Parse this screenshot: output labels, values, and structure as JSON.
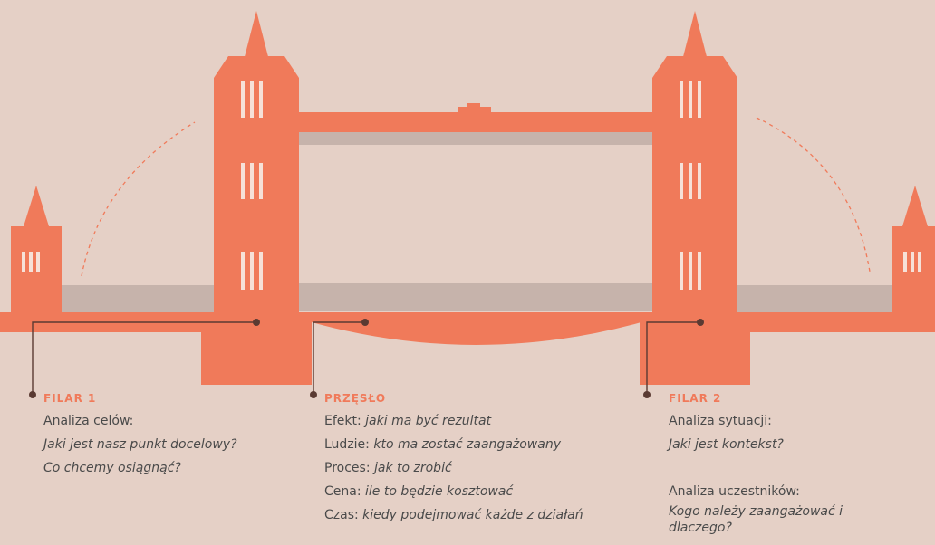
{
  "colors": {
    "background": "#e5d0c6",
    "bridge": "#f07a5a",
    "deck": "#c6b3ab",
    "leader": "#5a3a32",
    "heading": "#f07a5a",
    "text": "#4a4a4a"
  },
  "pillar1": {
    "heading": "FILAR 1",
    "lines": [
      {
        "label": "Analiza celów:",
        "value": ""
      },
      {
        "label": "",
        "value": "Jaki jest nasz punkt docelowy?"
      },
      {
        "label": "",
        "value": "Co chcemy osiągnąć?"
      }
    ]
  },
  "span": {
    "heading": "PRZĘSŁO",
    "lines": [
      {
        "label": "Efekt: ",
        "value": "jaki ma być rezultat"
      },
      {
        "label": "Ludzie: ",
        "value": "kto ma zostać zaangażowany"
      },
      {
        "label": "Proces: ",
        "value": "jak to zrobić"
      },
      {
        "label": "Cena: ",
        "value": "ile to będzie kosztować"
      },
      {
        "label": "Czas: ",
        "value": "kiedy podejmować każde z działań"
      }
    ]
  },
  "pillar2": {
    "heading": "FILAR 2",
    "line1_label": "Analiza sytuacji:",
    "line1_value": "Jaki jest kontekst?",
    "line2_label": "Analiza uczestników:",
    "line2_value": "Kogo należy zaangażować i dlaczego?"
  }
}
